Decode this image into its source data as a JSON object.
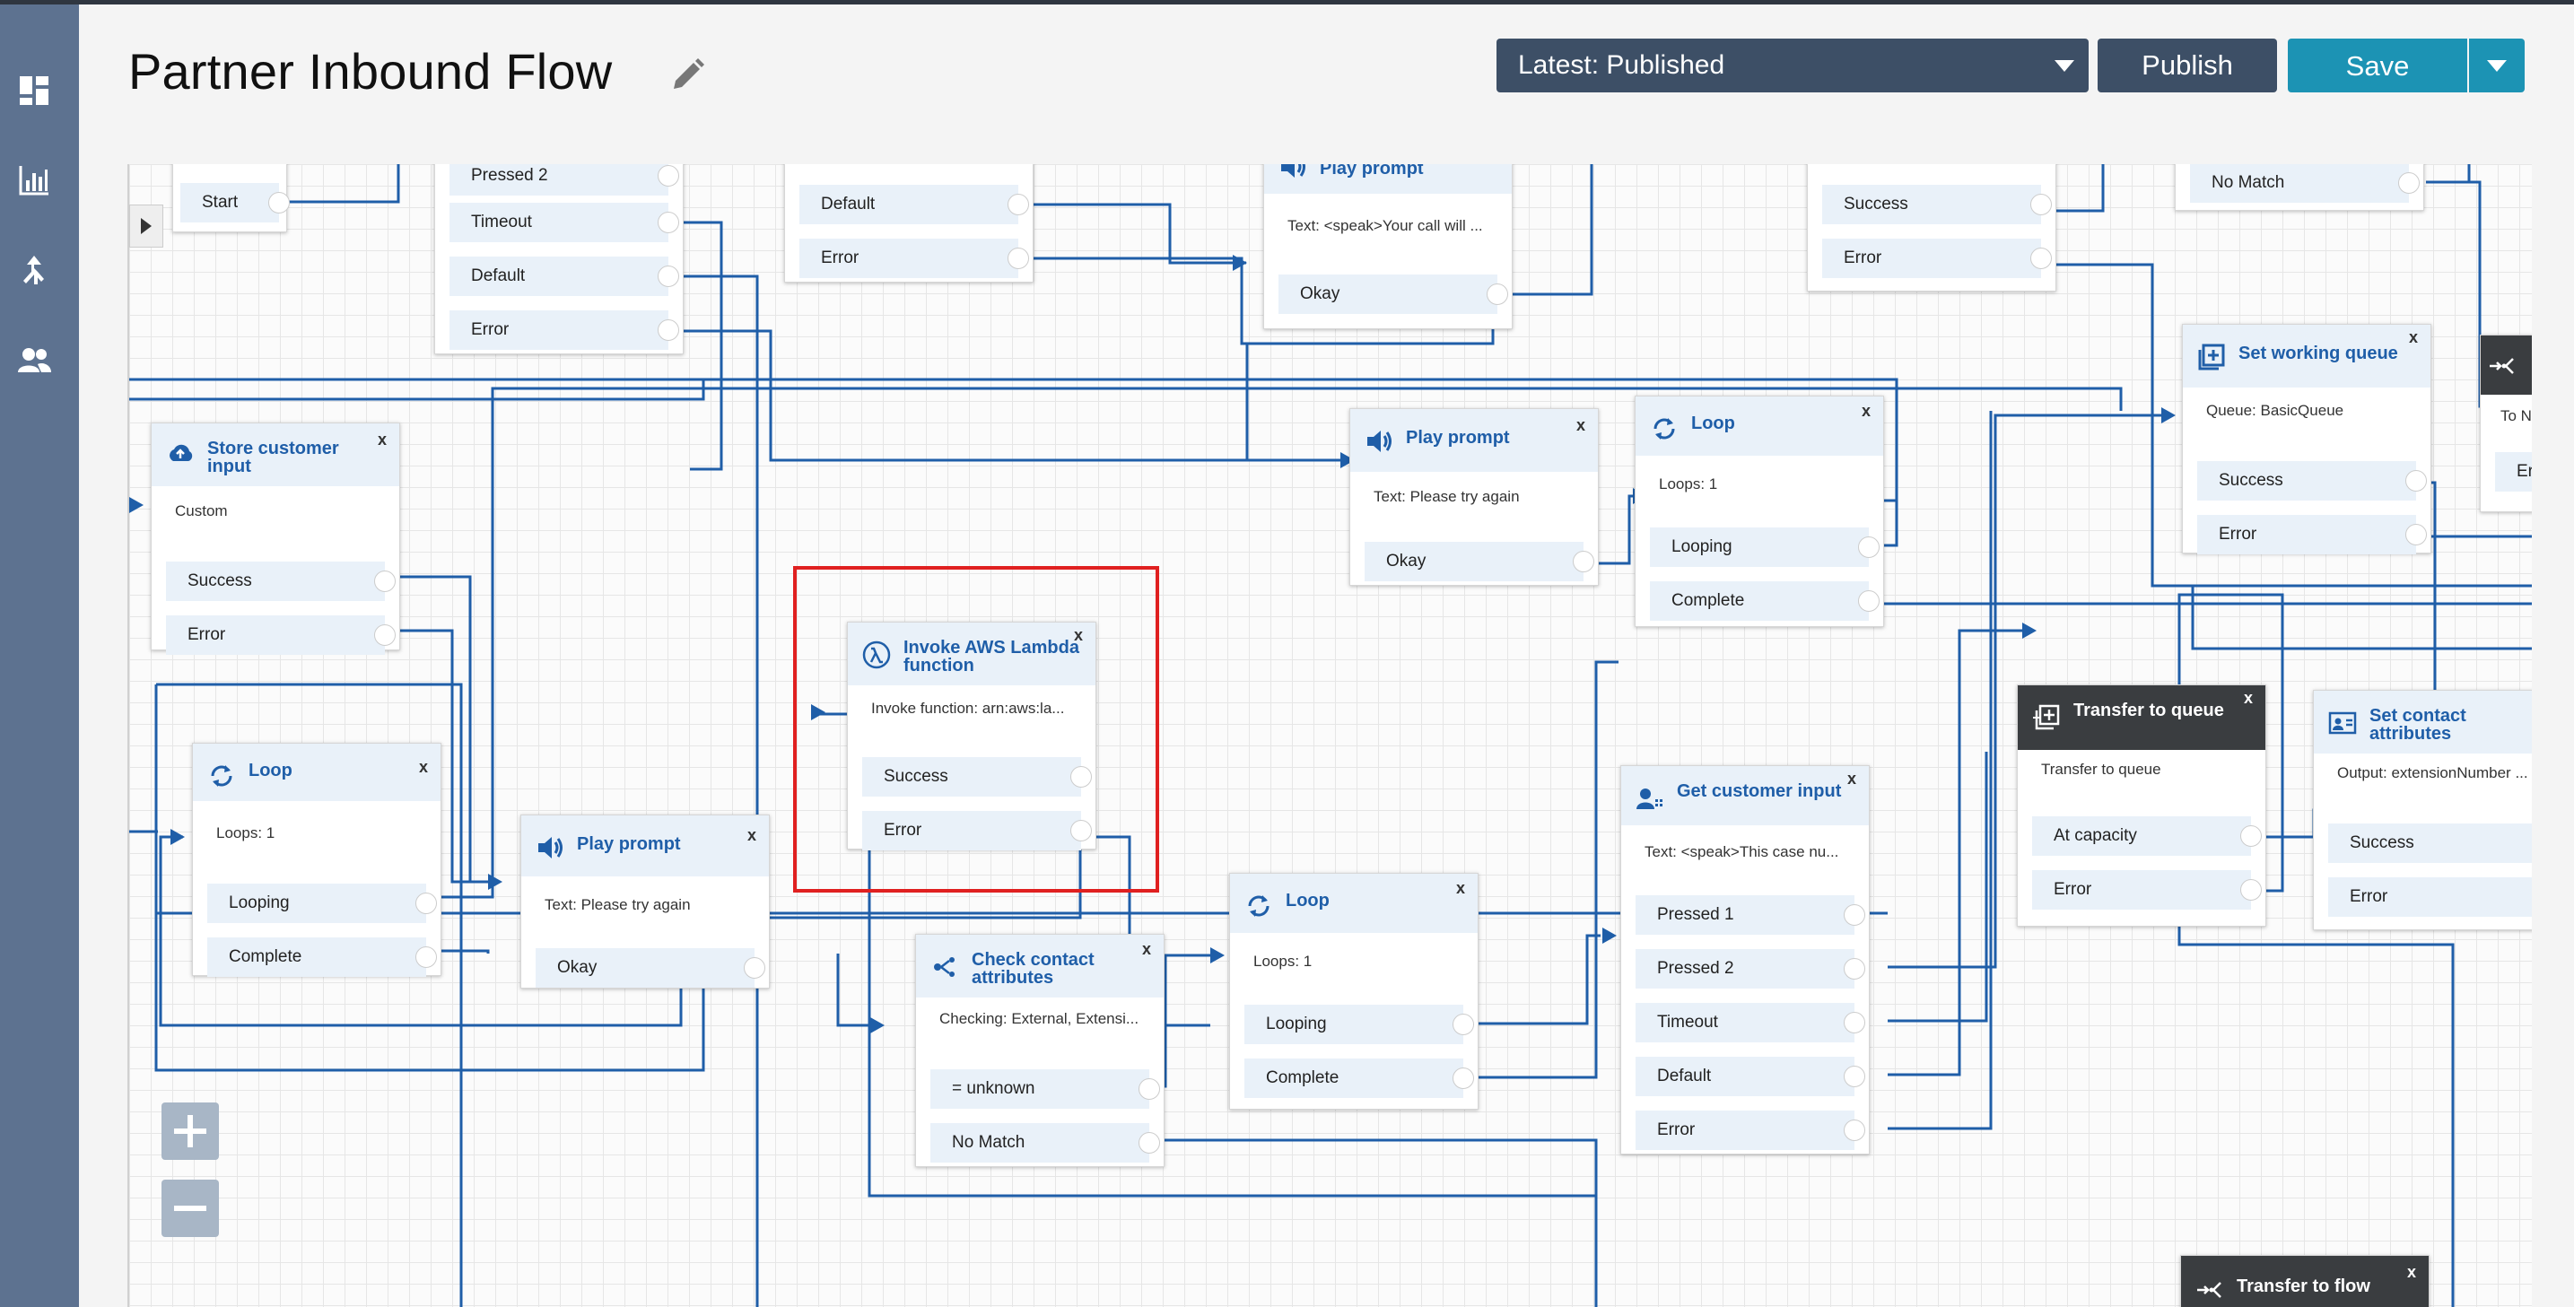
{
  "header": {
    "title": "Partner Inbound Flow",
    "version_label": "Latest: Published",
    "publish_label": "Publish",
    "save_label": "Save"
  },
  "sidebar": {
    "items": [
      {
        "icon": "dashboard-icon"
      },
      {
        "icon": "metrics-icon"
      },
      {
        "icon": "routing-icon"
      },
      {
        "icon": "users-icon"
      }
    ]
  },
  "colors": {
    "accent": "#1c93b4",
    "dark": "#3d4f66",
    "sidebar": "#5d7290",
    "wire": "#1f5ea8",
    "highlight": "#e02020"
  },
  "blocks": {
    "start": {
      "port": "Start"
    },
    "top_menu": {
      "ports": [
        "Pressed 2",
        "Timeout",
        "Default",
        "Error"
      ]
    },
    "top_mid": {
      "ports": [
        "Default",
        "Error"
      ]
    },
    "top_prompt": {
      "title": "Play prompt",
      "desc": "Text: <speak>Your call will ...",
      "ports": [
        "Okay"
      ]
    },
    "top_right1": {
      "ports": [
        "Success",
        "Error"
      ]
    },
    "top_right2": {
      "ports": [
        "No Match"
      ]
    },
    "store_input": {
      "title": "Store customer input",
      "desc": "Custom",
      "ports": [
        "Success",
        "Error"
      ]
    },
    "loop_left": {
      "title": "Loop",
      "desc": "Loops: 1",
      "ports": [
        "Looping",
        "Complete"
      ]
    },
    "prompt_left": {
      "title": "Play prompt",
      "desc": "Text: Please try again",
      "ports": [
        "Okay"
      ]
    },
    "lambda": {
      "title": "Invoke AWS Lambda function",
      "desc": "Invoke function: arn:aws:la...",
      "ports": [
        "Success",
        "Error"
      ]
    },
    "check_attrs": {
      "title": "Check contact attributes",
      "desc": "Checking: External, Extensi...",
      "ports": [
        "= unknown",
        "No Match"
      ]
    },
    "loop_mid": {
      "title": "Loop",
      "desc": "Loops: 1",
      "ports": [
        "Looping",
        "Complete"
      ]
    },
    "prompt_mid": {
      "title": "Play prompt",
      "desc": "Text: Please try again",
      "ports": [
        "Okay"
      ]
    },
    "loop_upper": {
      "title": "Loop",
      "desc": "Loops: 1",
      "ports": [
        "Looping",
        "Complete"
      ]
    },
    "get_input": {
      "title": "Get customer input",
      "desc": "Text: <speak>This case nu...",
      "ports": [
        "Pressed 1",
        "Pressed 2",
        "Timeout",
        "Default",
        "Error"
      ]
    },
    "working_queue": {
      "title": "Set working queue",
      "desc": "Queue: BasicQueue",
      "ports": [
        "Success",
        "Error"
      ]
    },
    "transfer_queue": {
      "title": "Transfer to queue",
      "desc": "Transfer to queue",
      "ports": [
        "At capacity",
        "Error"
      ]
    },
    "set_attrs": {
      "title": "Set contact attributes",
      "desc": "Output: extensionNumber ...",
      "ports": [
        "Success",
        "Error"
      ]
    },
    "edge_block": {
      "desc": "To N",
      "ports": [
        "Er"
      ]
    },
    "transfer_flow": {
      "title": "Transfer to flow"
    }
  },
  "close_label": "x"
}
